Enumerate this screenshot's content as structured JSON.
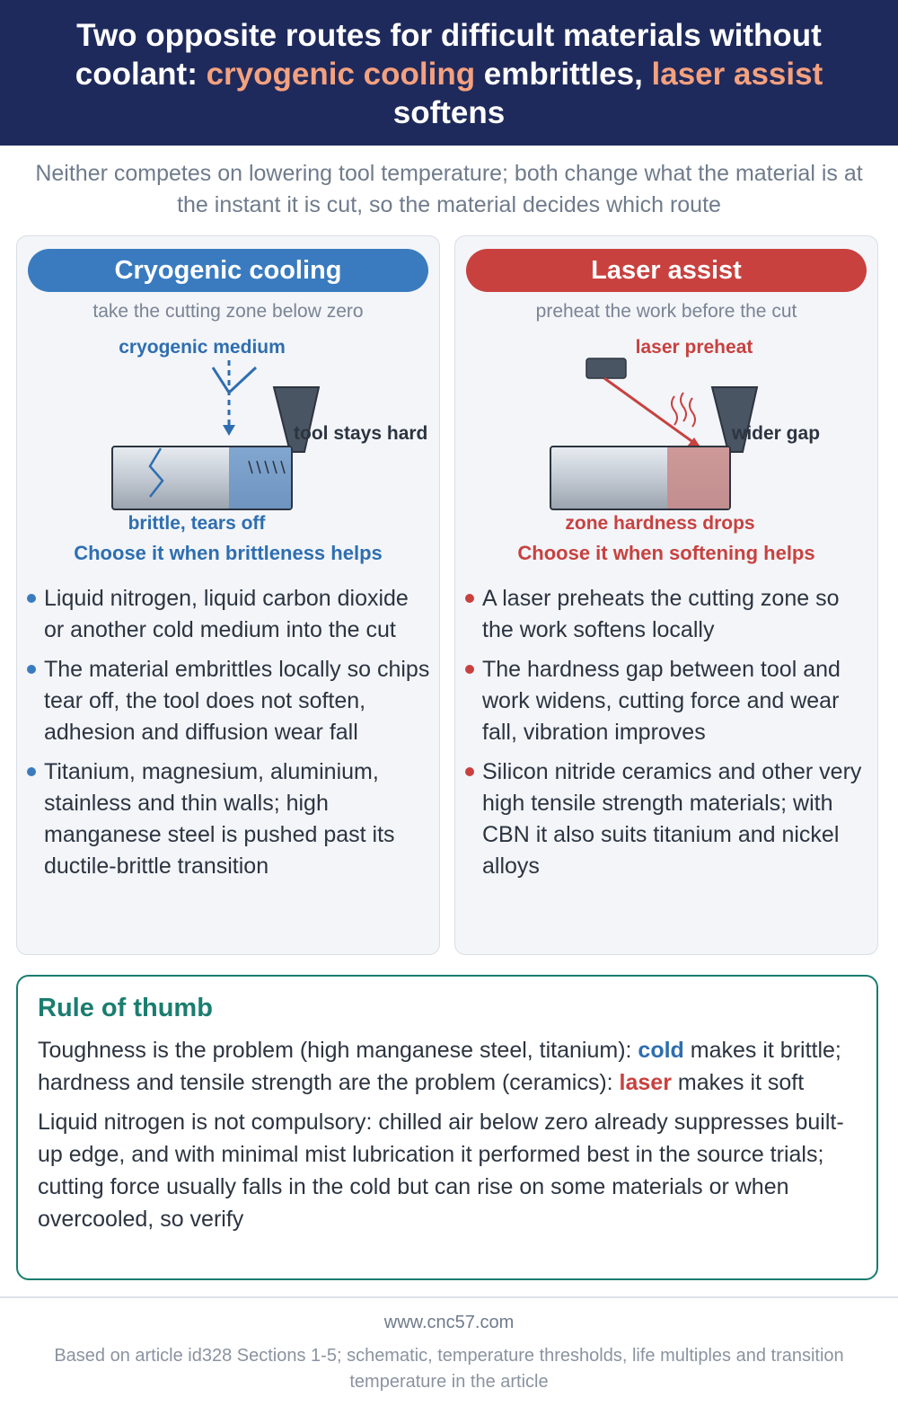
{
  "header": {
    "title_part1": "Two opposite routes for difficult materials without coolant: ",
    "title_hl1": "cryogenic cooling",
    "title_part2": " embrittles, ",
    "title_hl2": "laser assist",
    "title_part3": " softens"
  },
  "subtitle": "Neither competes on lowering tool temperature; both change what the material is at the instant it is cut, so the material decides which route",
  "cryo": {
    "title": "Cryogenic cooling",
    "subtitle": "take the cutting zone below zero",
    "medium_label": "cryogenic medium",
    "tool_label": "tool stays hard",
    "work_label": "brittle, tears off",
    "choose": "Choose it when brittleness helps",
    "bullets": [
      "Liquid nitrogen, liquid carbon dioxide or another cold medium into the cut",
      "The material embrittles locally so chips tear off, the tool does not soften, adhesion and diffusion wear fall",
      "Titanium, magnesium, aluminium, stainless and thin walls; high manganese steel is pushed past its ductile-brittle transition"
    ]
  },
  "laser": {
    "title": "Laser assist",
    "subtitle": "preheat the work before the cut",
    "laser_label": "laser preheat",
    "tool_label": "wider gap",
    "work_label": "zone hardness drops",
    "choose": "Choose it when softening helps",
    "bullets": [
      "A laser preheats the cutting zone so the work softens locally",
      "The hardness gap between tool and work widens, cutting force and wear fall, vibration improves",
      "Silicon nitride ceramics and other very high tensile strength materials; with CBN it also suits titanium and nickel alloys"
    ]
  },
  "rule": {
    "title": "Rule of thumb",
    "p1_a": "Toughness is the problem (high manganese steel, titanium): ",
    "p1_cold": "cold",
    "p1_b": " makes it brittle; hardness and tensile strength are the problem (ceramics): ",
    "p1_laser": "laser",
    "p1_c": " makes it soft",
    "p2": "Liquid nitrogen is not compulsory: chilled air below zero already suppresses built-up edge, and with minimal mist lubrication it performed best in the source trials; cutting force usually falls in the cold but can rise on some materials or when overcooled, so verify"
  },
  "footer": {
    "site": "www.cnc57.com",
    "source": "Based on article id328 Sections 1-5; schematic, temperature thresholds, life multiples and transition temperature in the article"
  },
  "colors": {
    "navy": "#1f2a5c",
    "orange": "#f4a17f",
    "blue": "#3a7bbf",
    "red": "#c8413f",
    "teal": "#1a7d6f"
  }
}
